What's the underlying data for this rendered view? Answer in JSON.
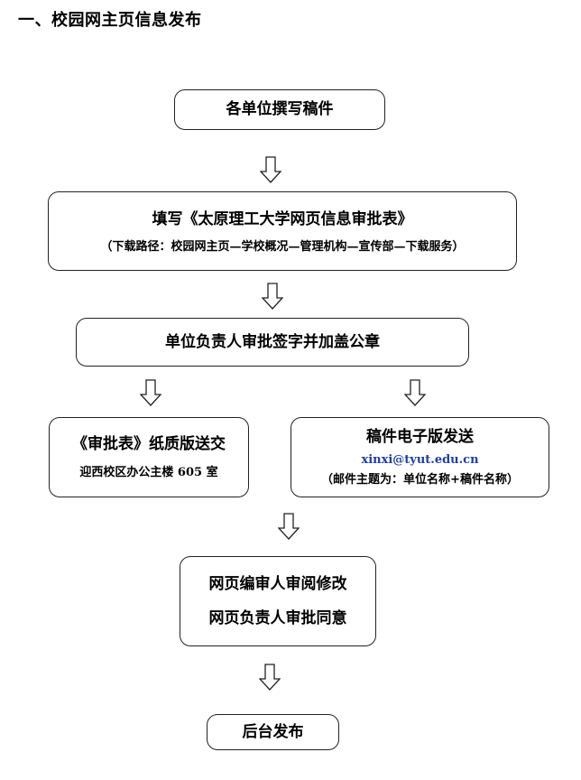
{
  "heading": "一、校园网主页信息发布",
  "steps": {
    "draft": "各单位撰写稿件",
    "fill_form": "填写《太原理工大学网页信息审批表》",
    "download_path": "（下载路径：校园网主页—学校概况—管理机构—宣传部—下载服务）",
    "unit_approval": "单位负责人审批签字并加盖公章",
    "paper_submit": "《审批表》纸质版送交",
    "paper_location": "迎西校区办公主楼 605 室",
    "email_send": "稿件电子版发送",
    "email_address": "xinxi@tyut.edu.cn",
    "email_subject": "（邮件主题为：单位名称+稿件名称）",
    "edit_review": "网页编审人审阅修改",
    "editor_approval": "网页负责人审批同意",
    "publish": "后台发布"
  },
  "colors": {
    "email_link": "#1f3f9e",
    "border": "#222222"
  },
  "icons": {
    "flow_arrow": "down-hollow-arrow-icon"
  }
}
